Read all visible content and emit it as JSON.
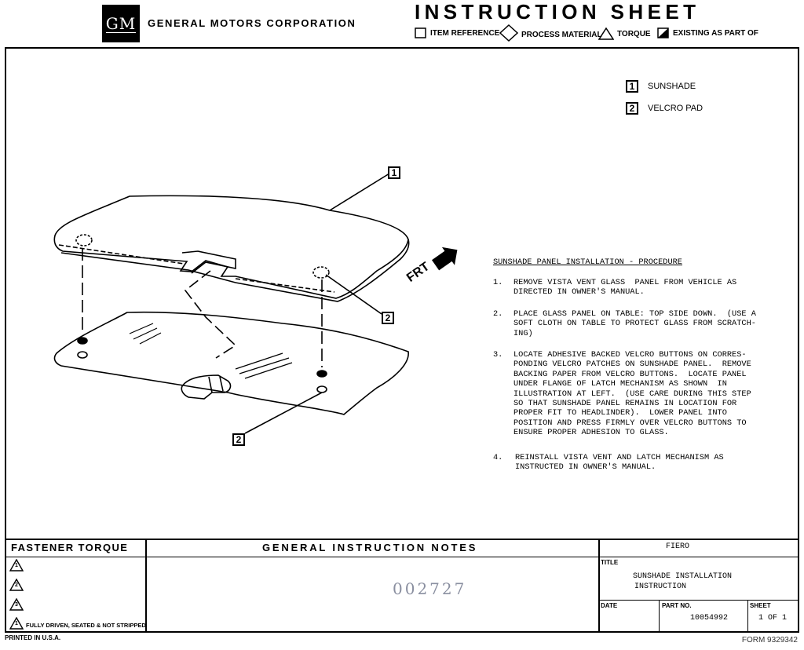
{
  "header": {
    "logo_text": "GM",
    "company": "GENERAL MOTORS CORPORATION",
    "title": "INSTRUCTION SHEET",
    "legend": [
      {
        "icon": "square-icon",
        "label": "ITEM REFERENCE"
      },
      {
        "icon": "diamond-icon",
        "label": "PROCESS MATERIAL"
      },
      {
        "icon": "triangle-icon",
        "label": "TORQUE"
      },
      {
        "icon": "half-filled-square-icon",
        "label": "EXISTING AS PART OF"
      }
    ]
  },
  "parts": [
    {
      "number": "1",
      "name": "SUNSHADE"
    },
    {
      "number": "2",
      "name": "VELCRO PAD"
    }
  ],
  "illustration": {
    "callout_1": "1",
    "callout_2a": "2",
    "callout_2b": "2",
    "direction_label": "FRT"
  },
  "procedure": {
    "title": "SUNSHADE PANEL INSTALLATION - PROCEDURE",
    "steps": [
      {
        "number": "1.",
        "lines": [
          "REMOVE VISTA VENT GLASS  PANEL FROM VEHICLE AS",
          "DIRECTED IN OWNER'S MANUAL."
        ]
      },
      {
        "number": "2.",
        "lines": [
          "PLACE GLASS PANEL ON TABLE: TOP SIDE DOWN.  (USE A",
          "SOFT CLOTH ON TABLE TO PROTECT GLASS FROM SCRATCH-",
          "ING)"
        ]
      },
      {
        "number": "3.",
        "lines": [
          "LOCATE ADHESIVE BACKED VELCRO BUTTONS ON CORRES-",
          "PONDING VELCRO PATCHES ON SUNSHADE PANEL.  REMOVE",
          "BACKING PAPER FROM VELCRO BUTTONS.  LOCATE PANEL",
          "UNDER FLANGE OF LATCH MECHANISM AS SHOWN  IN",
          "ILLUSTRATION AT LEFT.  (USE CARE DURING THIS STEP",
          "SO THAT SUNSHADE PANEL REMAINS IN LOCATION FOR",
          "PROPER FIT TO HEADLINDER).  LOWER PANEL INTO",
          "POSITION AND PRESS FIRMLY OVER VELCRO BUTTONS TO",
          "ENSURE PROPER ADHESION TO GLASS."
        ]
      },
      {
        "number": "4.",
        "lines": [
          "REINSTALL VISTA VENT AND LATCH MECHANISM AS",
          "INSTRUCTED IN OWNER'S MANUAL."
        ]
      }
    ]
  },
  "bottom": {
    "fastener_torque_header": "FASTENER TORQUE",
    "torque_marks": [
      "1",
      "2",
      "3",
      "1"
    ],
    "torque_note": "FULLY DRIVEN, SEATED & NOT STRIPPED",
    "notes_header": "GENERAL INSTRUCTION NOTES",
    "stamp_number": "002727",
    "model": "FIERO",
    "title_label": "TITLE",
    "title_lines": [
      "SUNSHADE INSTALLATION",
      "INSTRUCTION"
    ],
    "date_label": "DATE",
    "part_no_label": "PART NO.",
    "part_no": "10054992",
    "sheet_label": "SHEET",
    "sheet_value": "1 OF 1"
  },
  "footer": {
    "printed": "PRINTED IN U.S.A.",
    "form": "FORM 9329342"
  }
}
